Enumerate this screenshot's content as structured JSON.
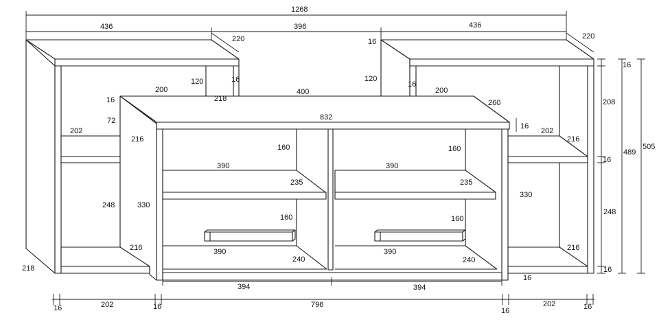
{
  "labels": {
    "overall_width": "1268",
    "left_unit_width": "436",
    "middle_width": "396",
    "right_unit_width": "436",
    "left_unit_depth": "220",
    "right_unit_depth": "220",
    "upper_panel_thickness_left": "16",
    "upper_panel_thickness_right": "16",
    "upper_panel_thickness_top": "16",
    "upper_left_height": "120",
    "upper_right_height": "120",
    "upper_left_inner_width": "200",
    "upper_right_inner_width": "200",
    "upper_left_inner_depth": "218",
    "middle_gap": "400",
    "cabinet_left_top_thickness": "16",
    "cabinet_depth": "260",
    "cabinet_width": "832",
    "cabinet_top_thickness": "16",
    "left_shelf_width": "202",
    "left_shelf_depth": "216",
    "left_top_gap": "72",
    "left_lower_height": "248",
    "left_side_height": "330",
    "left_bottom_depth": "216",
    "left_side_depth": "218",
    "inner_top_height_left": "160",
    "inner_shelf_width_left": "390",
    "inner_shelf_depth_left": "235",
    "inner_lower_height_left": "160",
    "inner_bottom_width_left": "390",
    "inner_bottom_depth_left": "240",
    "inner_top_height_right": "160",
    "inner_shelf_width_right": "390",
    "inner_shelf_depth_right": "235",
    "inner_lower_height_right": "160",
    "inner_bottom_width_right": "390",
    "inner_bottom_depth_right": "240",
    "right_side_height": "330",
    "right_shelf_width": "202",
    "right_shelf_depth": "216",
    "right_bottom_depth": "216",
    "right_height_208": "208",
    "right_total_489": "489",
    "right_total_505": "505",
    "right_shelf_thickness": "16",
    "right_lower_248": "248",
    "right_bottom_thickness": "16",
    "right_top_thickness": "16",
    "cabinet_bottom_thickness": "16",
    "door_left_width": "394",
    "door_right_width": "394",
    "bottom_left_side": "16",
    "bottom_left_opening": "202",
    "bottom_left_partition": "16",
    "bottom_center_opening": "796",
    "bottom_right_partition": "16",
    "bottom_right_opening": "202",
    "bottom_right_side": "16"
  }
}
